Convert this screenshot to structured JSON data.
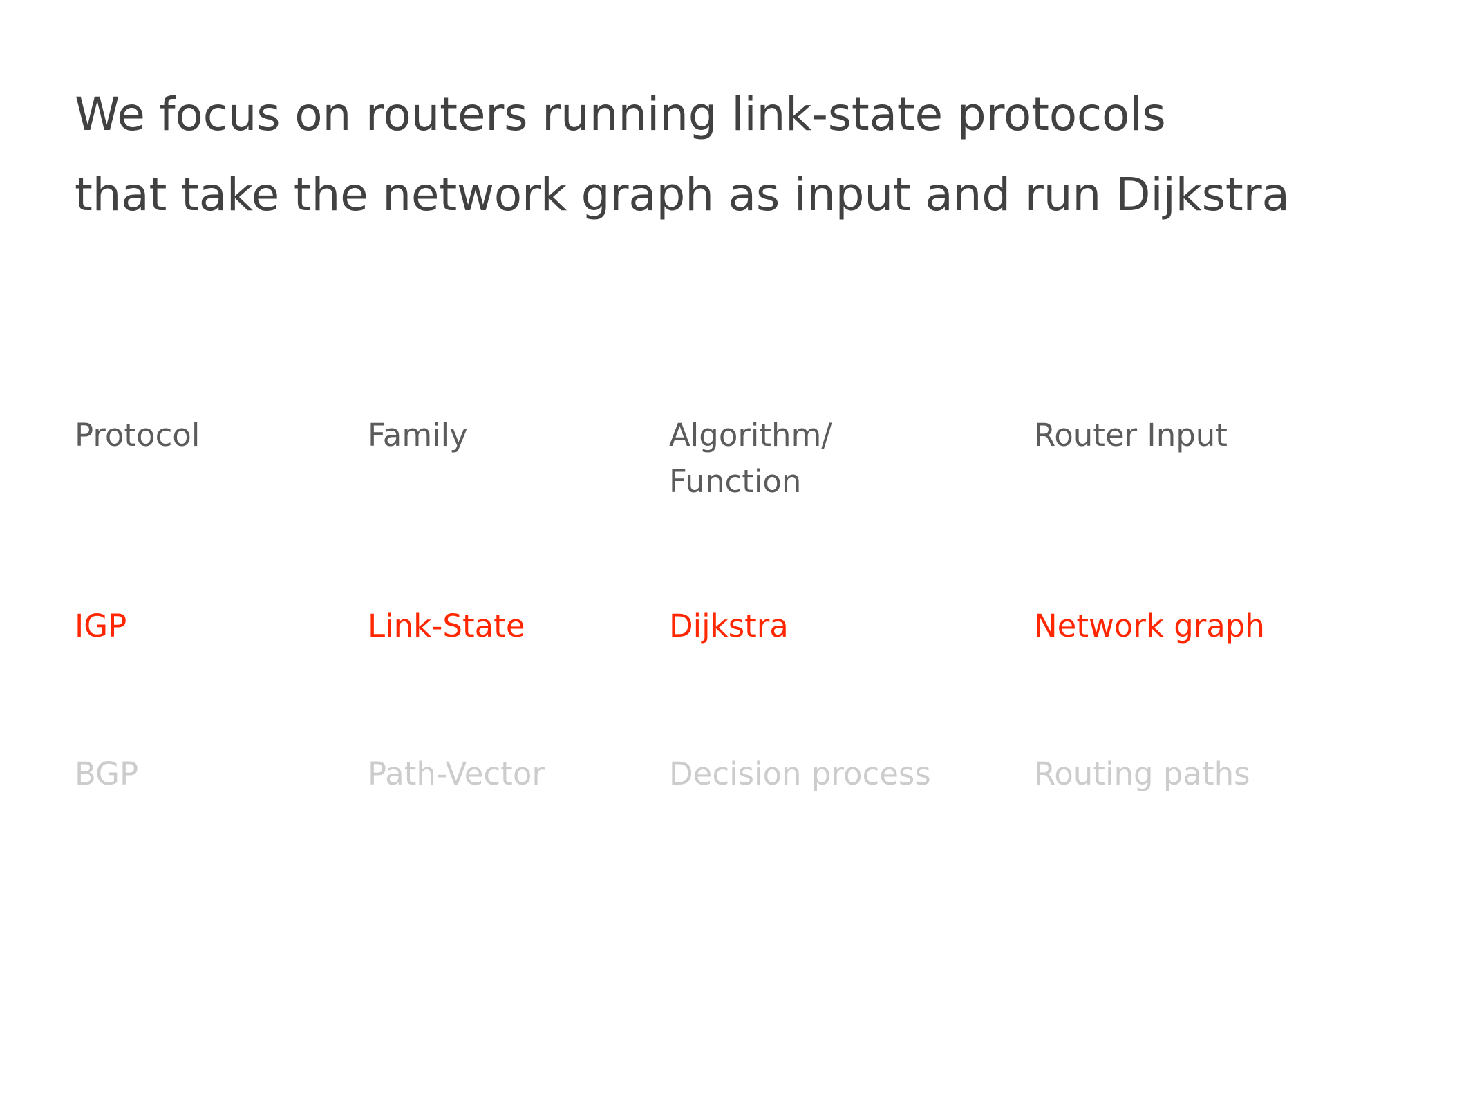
{
  "slide": {
    "background_color": "#ffffff",
    "title_color": "#414141",
    "header_color": "#5b5b5b",
    "highlight_color": "#ff2600",
    "dimmed_color": "#cccccc"
  },
  "title": {
    "line1": "We focus on routers running link-state protocols",
    "line2": "that take the network graph as input and run Dijkstra"
  },
  "table": {
    "headers": [
      "Protocol",
      "Family",
      "Algorithm/\nFunction",
      "Router Input"
    ],
    "rows": [
      {
        "state": "highlighted",
        "cells": [
          "IGP",
          "Link-State",
          "Dijkstra",
          "Network graph"
        ]
      },
      {
        "state": "dimmed",
        "cells": [
          "BGP",
          "Path-Vector",
          "Decision process",
          "Routing paths"
        ]
      }
    ]
  }
}
